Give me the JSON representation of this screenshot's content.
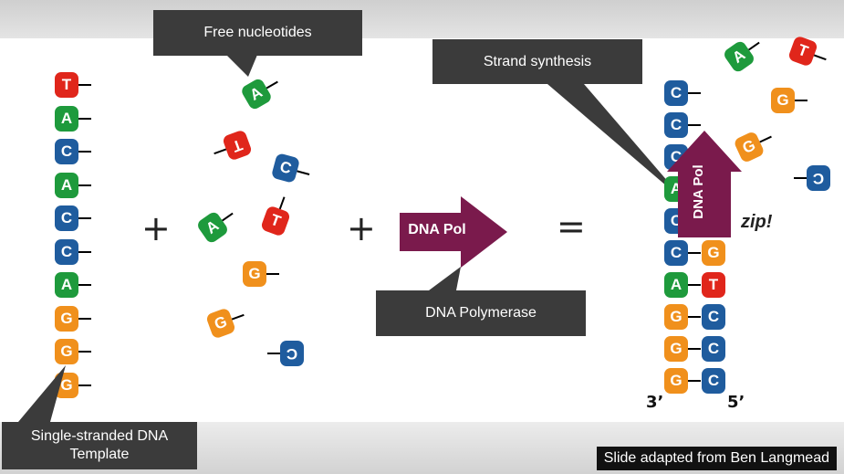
{
  "callouts": {
    "free_nucleotides": "Free nucleotides",
    "strand_synthesis": "Strand synthesis",
    "dna_polymerase": "DNA Polymerase",
    "template": "Single-stranded DNA Template"
  },
  "pol_label": "DNA Pol",
  "zip_label": "zip!",
  "three_prime": "3’",
  "five_prime": "5’",
  "credit": "Slide adapted from Ben Langmead",
  "template_strand": [
    "T",
    "A",
    "C",
    "A",
    "C",
    "C",
    "A",
    "G",
    "G",
    "G"
  ],
  "free_nucleotides": [
    "A",
    "T",
    "C",
    "A",
    "T",
    "G",
    "G",
    "C"
  ],
  "result_left": [
    "C",
    "C",
    "C",
    "A",
    "C",
    "C",
    "A",
    "G",
    "G",
    "G"
  ],
  "result_right": [
    "G",
    "T",
    "C",
    "C",
    "C"
  ],
  "colors": {
    "T": "#e0261b",
    "A": "#1e9a3c",
    "C": "#1f5c9e",
    "G": "#f0901c",
    "pol": "#7a1a4c",
    "callout": "#3b3b3b"
  }
}
